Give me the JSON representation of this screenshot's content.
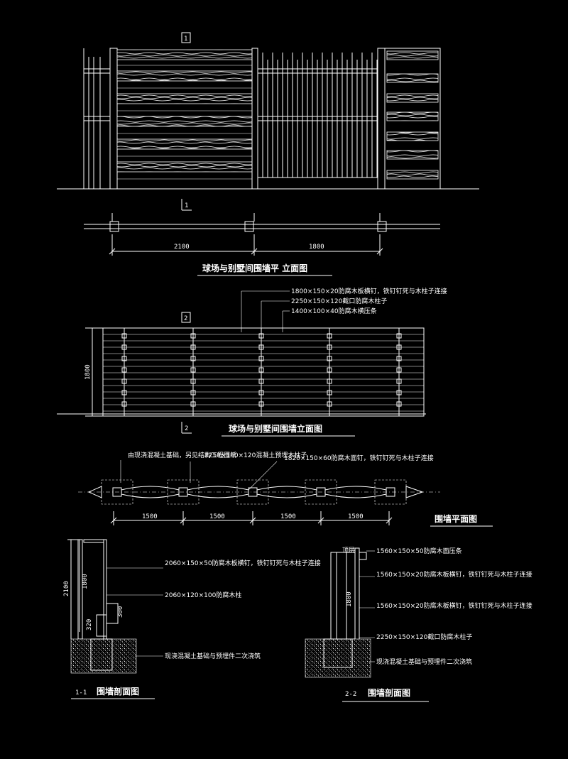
{
  "elevation1": {
    "marker_top": "1",
    "marker_bottom": "1",
    "dims": [
      "2100",
      "1800"
    ],
    "title": "球场与别墅间围墙平 立面图"
  },
  "elevation2": {
    "marker_top": "2",
    "marker_bottom": "2",
    "callouts": [
      "1800×150×20防腐木板横钉，铁钉钉死与木柱子连接",
      "2250×150×120截口防腐木柱子",
      "1400×100×40防腐木横压条"
    ],
    "height_dim": "1800",
    "title": "球场与别墅间围墙立面图"
  },
  "plan": {
    "notes": [
      "由现浇混凝土基础，另见结构工程图纸",
      "2250×150×120混凝土预埋木柱子",
      "1820×150×60防腐木面钉，铁钉钉死与木柱子连接"
    ],
    "dims": [
      "1500",
      "1500",
      "1500",
      "1500"
    ],
    "title": "围墙平面图"
  },
  "section1": {
    "dims": [
      "2100",
      "1800",
      "320",
      "300"
    ],
    "notes": [
      "2060×150×50防腐木板横钉，铁钉钉死与木柱子连接",
      "2060×120×100防腐木柱"
    ],
    "base_note": "现浇混凝土基础与预埋件二次浇筑",
    "tag": "1-1",
    "title": "围墙剖面图"
  },
  "section2": {
    "top_tag": "顶层",
    "dims": [
      "1800"
    ],
    "notes": [
      "1560×150×50防腐木面压条",
      "1560×150×20防腐木板横钉，铁钉钉死与木柱子连接",
      "1560×150×20防腐木板横钉，铁钉钉死与木柱子连接",
      "2250×150×120截口防腐木柱子"
    ],
    "base_note": "现浇混凝土基础与预埋件二次浇筑",
    "tag": "2-2",
    "title": "围墙剖面图"
  }
}
